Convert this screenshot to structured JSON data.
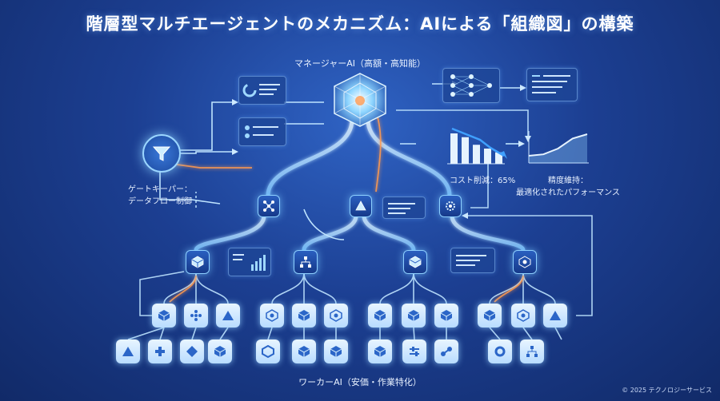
{
  "title": "階層型マルチエージェントのメカニズム：AIによる「組織図」の構築",
  "labels": {
    "manager": "マネージャーAI（高額・高知能）",
    "gatekeeper_line1": "ゲートキーパー：",
    "gatekeeper_line2": "データフロー制御",
    "cost": "コスト削減：65%",
    "perf_line1": "精度維持：",
    "perf_line2": "最適化されたパフォーマンス",
    "worker": "ワーカーAI（安価・作業特化）",
    "copyright": "© 2025 テクノロジーサービス"
  },
  "chart_data": [
    {
      "type": "bar",
      "categories": [
        "",
        "",
        "",
        "",
        ""
      ],
      "values": [
        8,
        7,
        5,
        4,
        3
      ],
      "title": "",
      "xlabel": "",
      "ylabel": "",
      "trend": "decreasing"
    },
    {
      "type": "line",
      "x": [
        0,
        1,
        2,
        3,
        4
      ],
      "y": [
        1,
        1.2,
        2,
        3.4,
        4
      ],
      "title": "",
      "xlabel": "",
      "ylabel": "",
      "trend": "increasing"
    }
  ],
  "colors": {
    "background": "#1c3f92",
    "glow": "#8ed0ff",
    "accent": "#ff9a50",
    "worker_tile": "#d8eeff"
  },
  "icons": {
    "manager": "crystal-polyhedron-icon",
    "gatekeeper": "funnel-icon",
    "workers_row1": [
      "cube-icon",
      "dots-icon",
      "pyramid-icon",
      "molecule-icon",
      "cube-icon",
      "molecule-icon",
      "cube-icon",
      "cube-icon",
      "cube-icon",
      "cube-icon",
      "molecule-icon",
      "pyramid-icon"
    ],
    "workers_row2": [
      "pyramid-icon",
      "plus-icon",
      "diamond-icon",
      "cube-icon",
      "hexagon-icon",
      "cube-icon",
      "cube-icon",
      "cube-icon",
      "sliders-icon",
      "link-icon",
      "ring-icon",
      "network-icon"
    ]
  }
}
